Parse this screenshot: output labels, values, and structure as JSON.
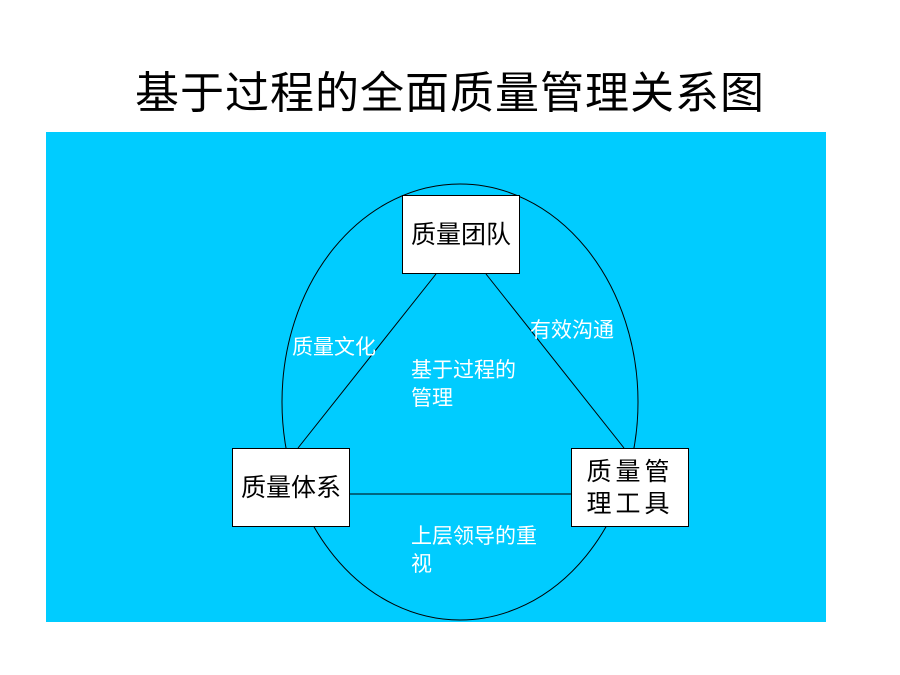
{
  "slide": {
    "title": "基于过程的全面质量管理关系图"
  },
  "colors": {
    "panel_background": "#00CCFF",
    "node_background": "#FFFFFF",
    "lines": "#000000",
    "label_text": "#FFFFFF"
  },
  "diagram": {
    "nodes": {
      "team": "质量团队",
      "system": "质量体系",
      "tools": "质量管理工具"
    },
    "edges": {
      "culture": "质量文化",
      "communication": "有效沟通"
    },
    "center_label": "基于过程的管理",
    "bottom_label": "上层领导的重视"
  }
}
